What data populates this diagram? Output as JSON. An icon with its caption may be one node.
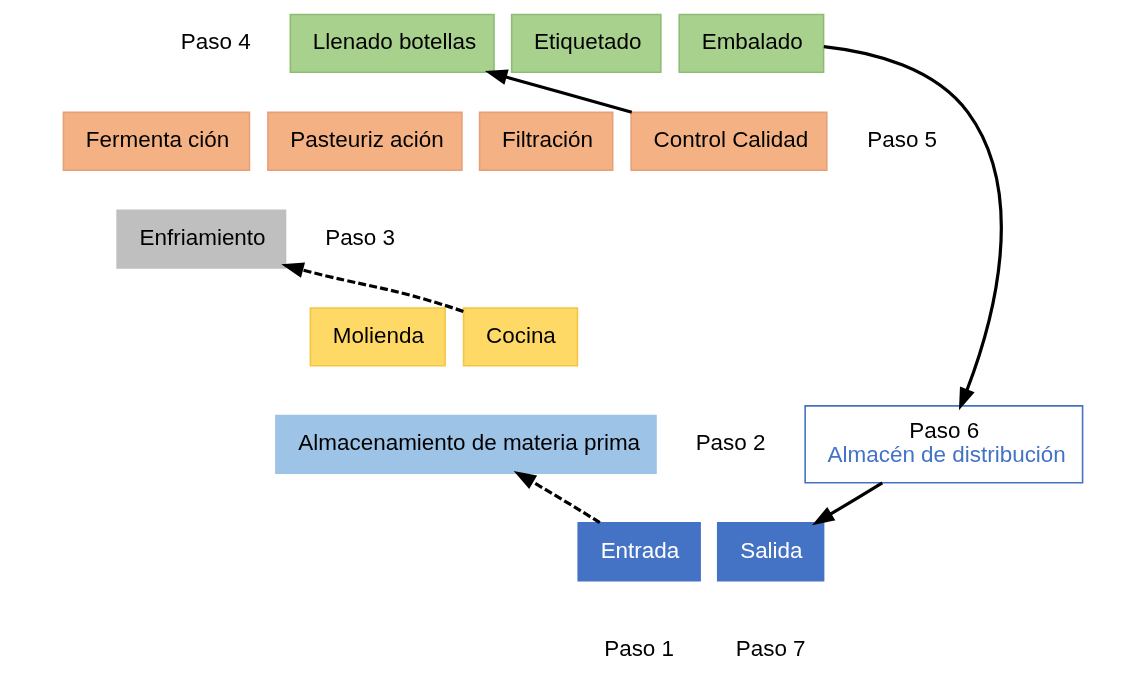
{
  "diagram": {
    "nodes": [
      {
        "text": [
          "Entrada"
        ],
        "beside": [
          "Paso 1"
        ]
      },
      {
        "text": [
          "Almacenamiento de materia prima"
        ]
      },
      {
        "text": [
          "Molienda"
        ]
      },
      {
        "text": [
          "Cocina"
        ]
      },
      {
        "text": [
          "Enfriamiento"
        ]
      },
      {
        "text": [
          "Fermenta ción"
        ]
      },
      {
        "text": [
          "Pasteuriz ación"
        ]
      },
      {
        "text": [
          "Filtración"
        ]
      },
      {
        "text": [
          "Control Calidad"
        ]
      },
      {
        "text": [
          "Llenado botellas"
        ]
      },
      {
        "text": [
          "Etiquetado"
        ]
      },
      {
        "text": [
          "Embalado"
        ]
      },
      {
        "text": [
          "Paso 6",
          "Almacén de distribución"
        ]
      },
      {
        "text": [
          "Salida"
        ],
        "beside": [
          "Paso 7"
        ]
      }
    ],
    "edges": [
      {
        "from": 0,
        "to": 1,
        "arrow": "to",
        "style": "dashed"
      },
      {
        "from": 3,
        "to": 4,
        "arrow": "to",
        "style": "dashed"
      },
      {
        "from": 8,
        "to": 9,
        "arrow": "to"
      },
      {
        "from": 11,
        "to": 12,
        "arrow": "to"
      },
      {
        "from": 12,
        "to": 13,
        "arrow": "to"
      }
    ],
    "labels": [
      "Paso 4",
      "Paso 5",
      "Paso 3",
      "Paso 2"
    ]
  }
}
